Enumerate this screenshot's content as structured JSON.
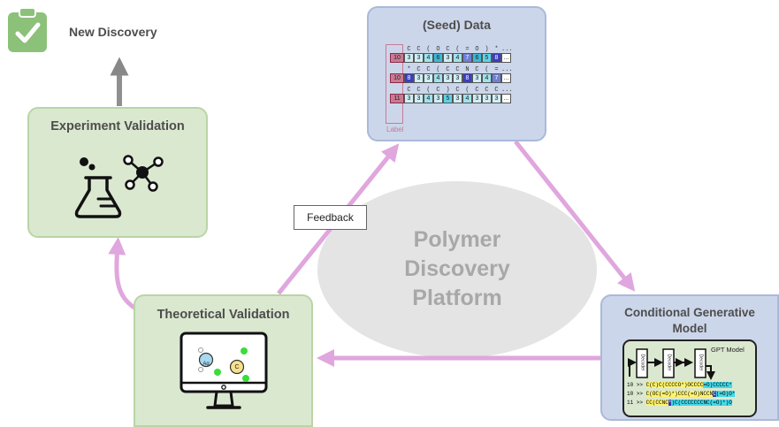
{
  "title": {
    "line1": "Polymer",
    "line2": "Discovery",
    "line3": "Platform"
  },
  "new_discovery": "New Discovery",
  "experiment_validation": "Experiment Validation",
  "seed_data": {
    "title": "(Seed) Data",
    "label_caption": "Label",
    "rows": [
      {
        "label": "10",
        "chars": [
          "C",
          "C",
          "(",
          "O",
          "C",
          "(",
          "=",
          "O",
          ")",
          "*",
          "..."
        ],
        "values": [
          "3",
          "3",
          "4",
          "6",
          "3",
          "4",
          "7",
          "6",
          "5",
          "8",
          "..."
        ]
      },
      {
        "label": "10",
        "chars": [
          "*",
          "C",
          "C",
          "(",
          "C",
          "C",
          "N",
          "C",
          "(",
          "=",
          "..."
        ],
        "values": [
          "8",
          "3",
          "3",
          "4",
          "3",
          "3",
          "8",
          "3",
          "4",
          "7",
          "..."
        ]
      },
      {
        "label": "11",
        "chars": [
          "C",
          "C",
          "(",
          "C",
          ")",
          "C",
          "(",
          "C",
          "C",
          "C",
          "..."
        ],
        "values": [
          "3",
          "3",
          "4",
          "3",
          "5",
          "3",
          "4",
          "3",
          "3",
          "3",
          "..."
        ]
      }
    ]
  },
  "feedback": "Feedback",
  "theoretical_validation": "Theoretical Validation",
  "cgm": {
    "title_line1": "Conditional Generative",
    "title_line2": "Model",
    "gpt_label": "GPT Model",
    "decoder_label": "Decoder",
    "outputs": [
      {
        "prefix": "10 >>",
        "seg1": "C(C)C(CCCCO*)OCCCC",
        "seg2": "",
        "seg3": "=O)CCCCC*"
      },
      {
        "prefix": "10 >>",
        "seg1": "C(OC(=O)*)CCC(=O)NCCN",
        "seg2": "C",
        "seg3": "(=O)O*"
      },
      {
        "prefix": "11 >>",
        "seg1": "CC(CCNC",
        "seg2": "*",
        "seg3": ")C(CCCCCCCNC(=O)*)O"
      }
    ]
  },
  "monitor": {
    "atom1": "Ag",
    "atom2": "C"
  },
  "colors": {
    "arrow": "#e0a6de",
    "green_fill": "#dbe8d0",
    "blue_fill": "#ccd6ea",
    "center_ellipse": "#e4e4e4",
    "center_text": "#a8a8a8"
  }
}
